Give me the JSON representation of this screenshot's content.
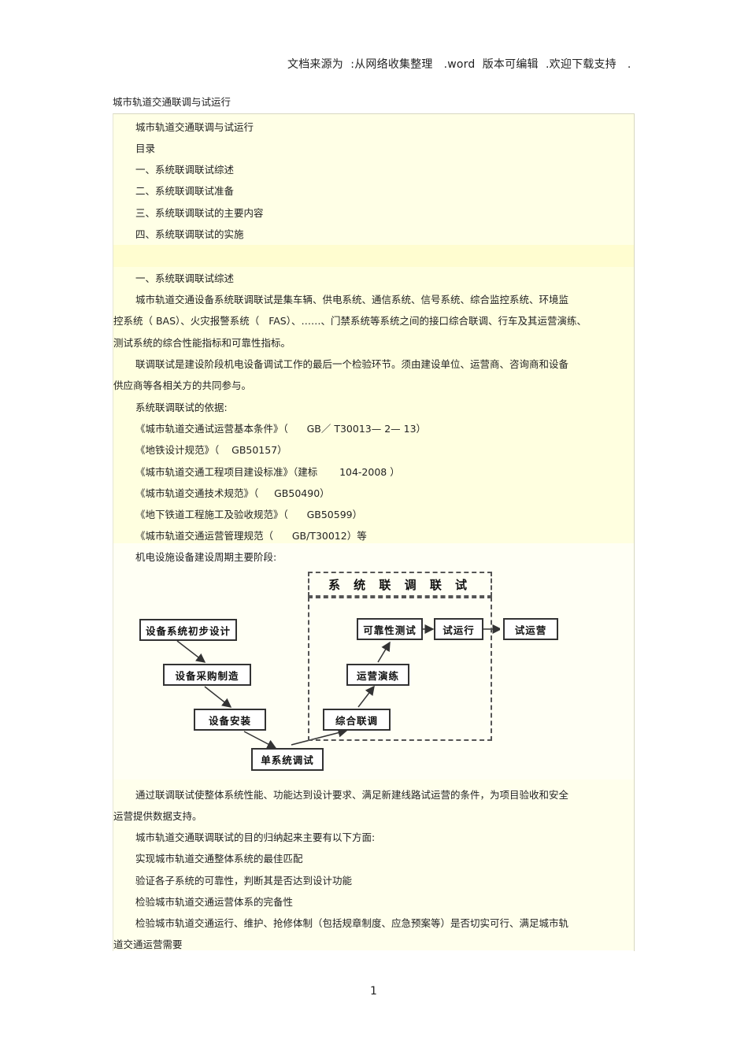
{
  "header_note": "文档来源为  :从网络收集整理   .word  版本可编辑  .欢迎下载支持   .",
  "doc_title": "城市轨道交通联调与试运行",
  "lines": [
    "城市轨道交通联调与试运行",
    "目录",
    "一、系统联调联试综述",
    "二、系统联调联试准备",
    "三、系统联调联试的主要内容",
    "四、系统联调联试的实施",
    "",
    "一、系统联调联试综述",
    "城市轨道交通设备系统联调联试是集车辆、供电系统、通信系统、信号系统、综合监控系统、环境监",
    "控系统（ BAS）、火灾报警系统（   FAS）、……、门禁系统等系统之间的接口综合联调、行车及其运营演练、",
    "测试系统的综合性能指标和可靠性指标。",
    "联调联试是建设阶段机电设备调试工作的最后一个检验环节。须由建设单位、运营商、咨询商和设备",
    "供应商等各相关方的共同参与。",
    "系统联调联试的依据:",
    "《城市轨道交通试运营基本条件》（      GB／ T30013— 2— 13）",
    "《地铁设计规范》（    GB50157）",
    "《城市轨道交通工程项目建设标准》（建标       104-2008 ）",
    "《城市轨道交通技术规范》（     GB50490）",
    "《地下铁道工程施工及验收规范》（      GB50599）",
    "《城市轨道交通运营管理规范（      GB/T30012）等",
    "机电设施设备建设周期主要阶段:"
  ],
  "diagram": {
    "group_title": "系 统 联 调 联 试",
    "boxes": {
      "initial_design": "设备系统初步设计",
      "procurement": "设备采购制造",
      "installation": "设备安装",
      "single_debug": "单系统调试",
      "integrated_debug": "综合联调",
      "operation_drill": "运营演练",
      "reliability_test": "可靠性测试",
      "trial_run": "试运行",
      "trial_operation": "试运营"
    }
  },
  "after_lines": [
    "通过联调联试使整体系统性能、功能达到设计要求、满足新建线路试运营的条件，为项目验收和安全",
    "运营提供数据支持。",
    "城市轨道交通联调联试的目的归纳起来主要有以下方面:",
    "实现城市轨道交通整体系统的最佳匹配",
    "验证各子系统的可靠性，判断其是否达到设计功能",
    "检验城市轨道交通运营体系的完备性",
    "检验城市轨道交通运行、维护、抢修体制（包括规章制度、应急预案等）是否切实可行、满足城市轨",
    "道交通运营需要"
  ],
  "page_number": "1",
  "colors": {
    "band": "#ffffe2",
    "band_alt": "#fffdd2",
    "text": "#222222"
  }
}
